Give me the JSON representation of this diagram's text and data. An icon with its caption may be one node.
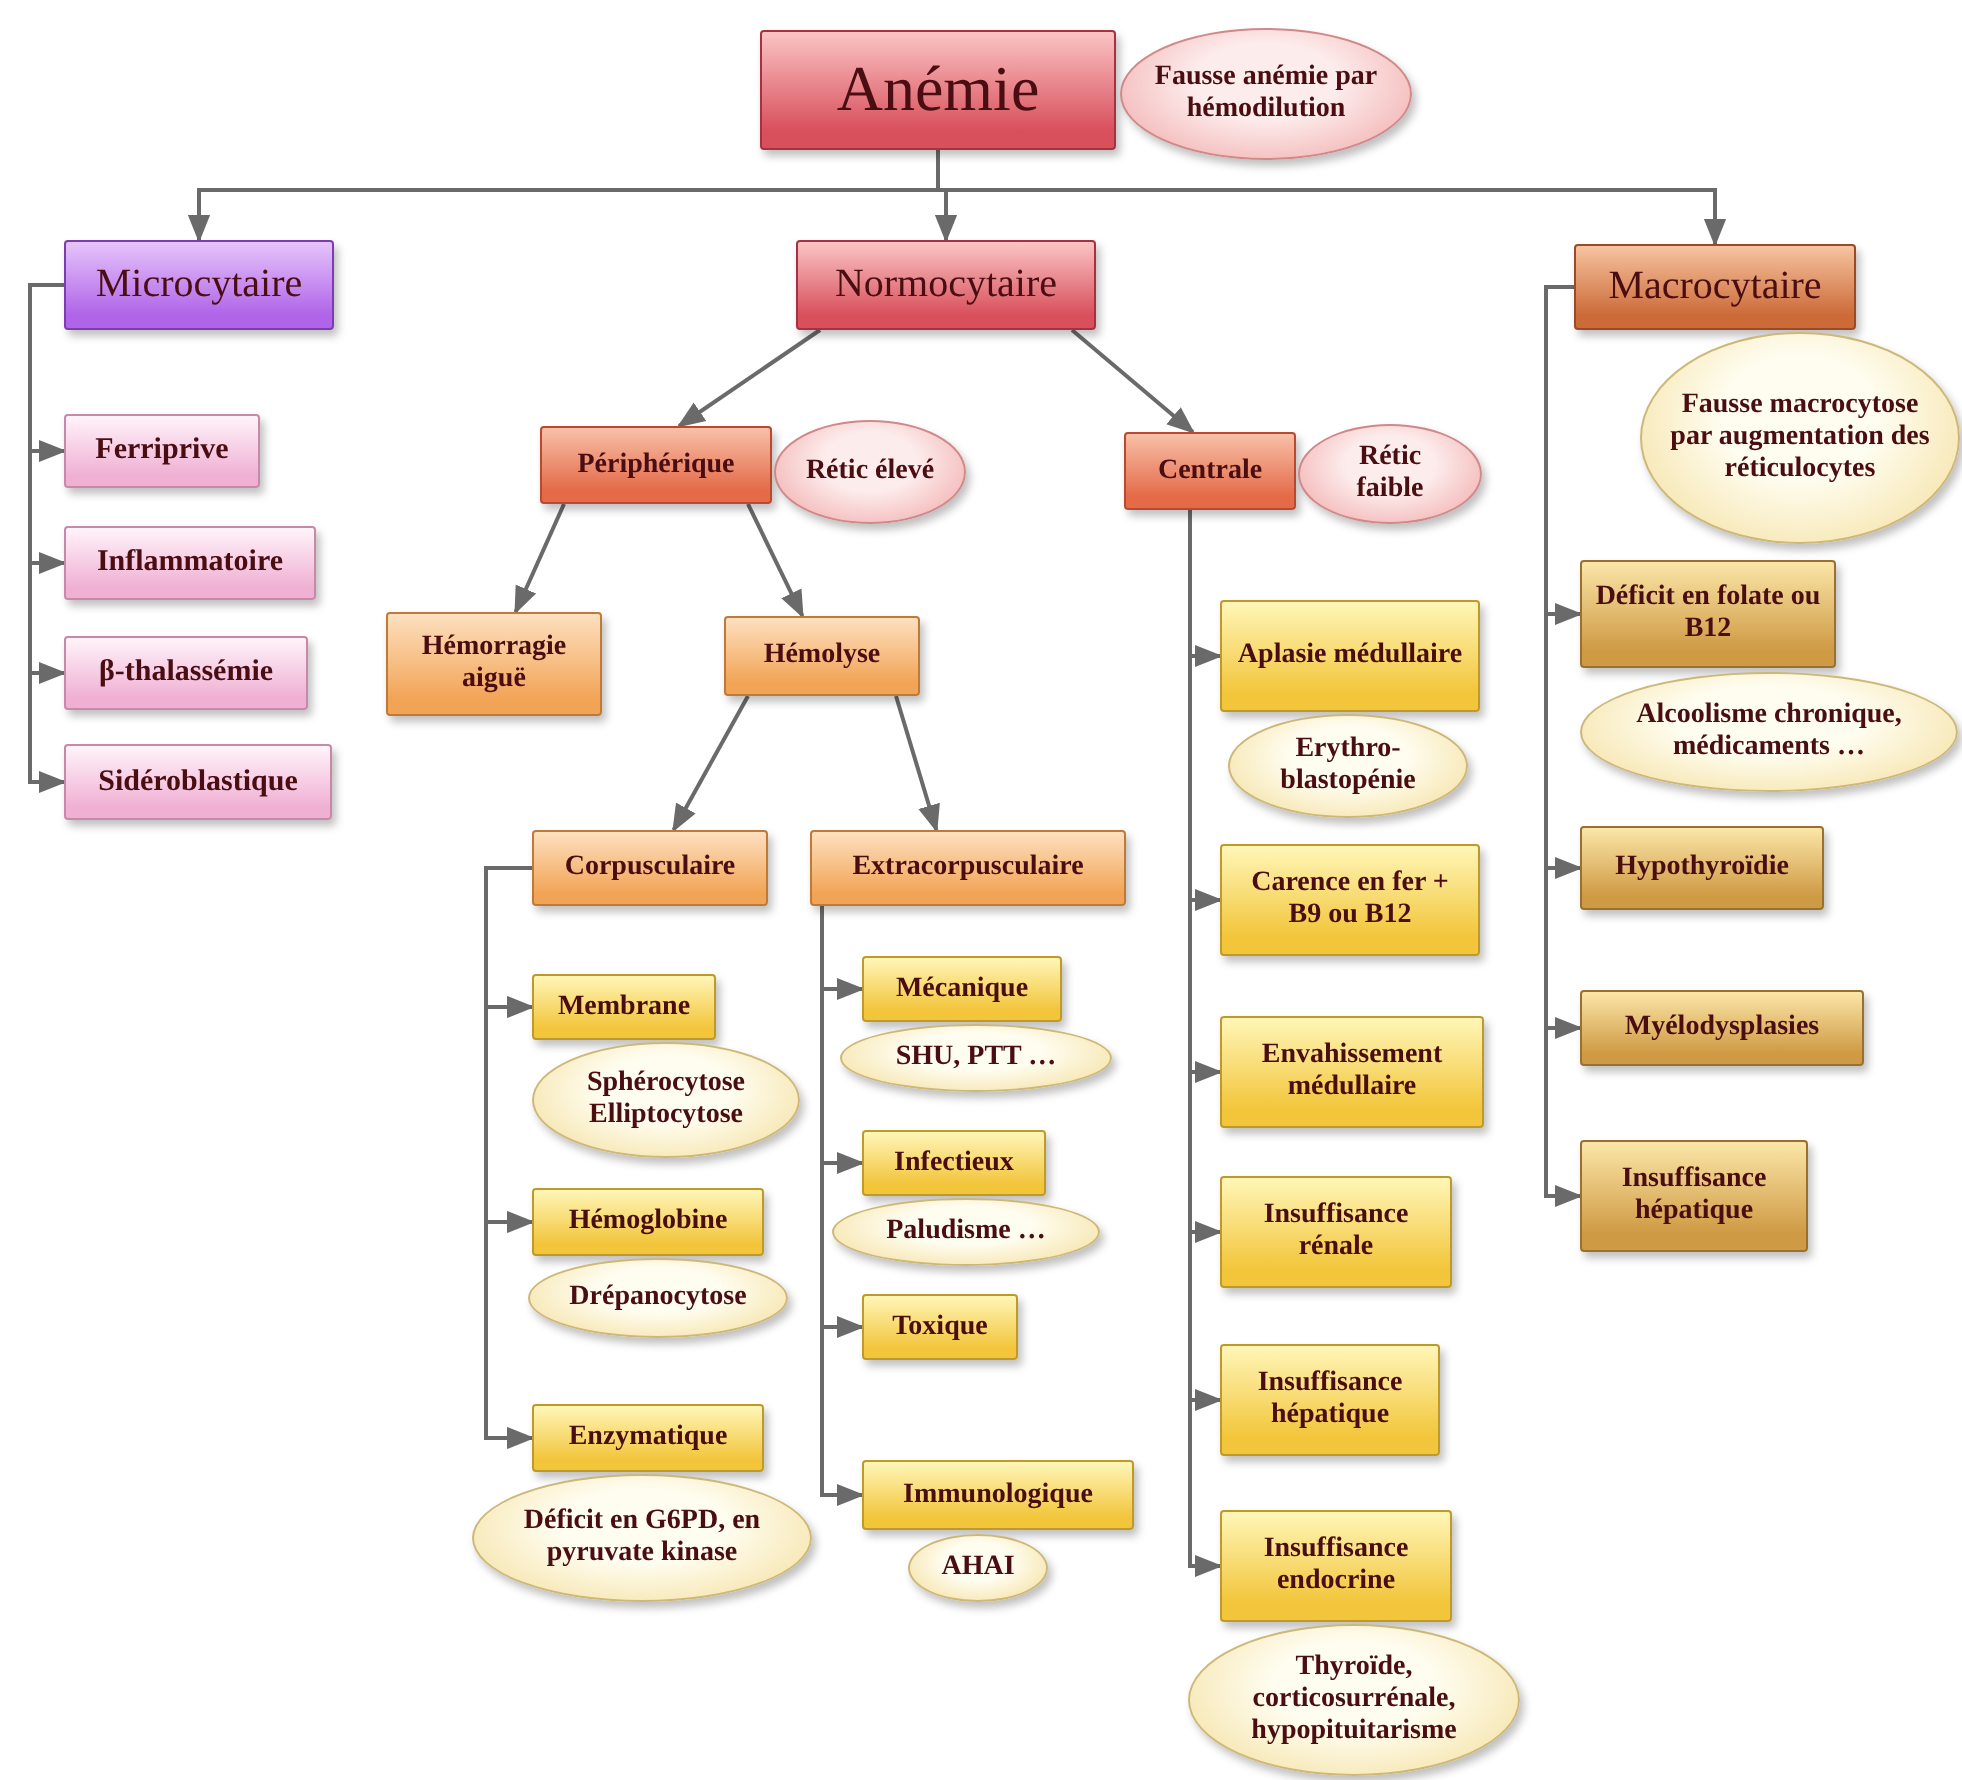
{
  "diagram": {
    "nodes": [
      {
        "text": [
          "Anémie"
        ]
      },
      {
        "text": [
          "Fausse anémie par hémodilution"
        ]
      },
      {
        "text": [
          "Microcytaire"
        ]
      },
      {
        "text": [
          "Normocytaire"
        ]
      },
      {
        "text": [
          "Macrocytaire"
        ]
      },
      {
        "text": [
          "Fausse macrocytose par augmentation des réticulocytes"
        ]
      },
      {
        "text": [
          "Ferriprive"
        ]
      },
      {
        "text": [
          "Inflammatoire"
        ]
      },
      {
        "text": [
          "β-thalassémie"
        ]
      },
      {
        "text": [
          "Sidéroblastique"
        ]
      },
      {
        "text": [
          "Périphérique"
        ]
      },
      {
        "text": [
          "Rétic élevé"
        ]
      },
      {
        "text": [
          "Centrale"
        ]
      },
      {
        "text": [
          "Rétic faible"
        ]
      },
      {
        "text": [
          "Hémorragie aiguë"
        ]
      },
      {
        "text": [
          "Hémolyse"
        ]
      },
      {
        "text": [
          "Corpusculaire"
        ]
      },
      {
        "text": [
          "Extracorpusculaire"
        ]
      },
      {
        "text": [
          "Membrane"
        ]
      },
      {
        "text": [
          "Sphérocytose Elliptocytose"
        ]
      },
      {
        "text": [
          "Hémoglobine"
        ]
      },
      {
        "text": [
          "Drépanocytose"
        ]
      },
      {
        "text": [
          "Enzymatique"
        ]
      },
      {
        "text": [
          "Déficit en G6PD, en pyruvate kinase"
        ]
      },
      {
        "text": [
          "Mécanique"
        ]
      },
      {
        "text": [
          "SHU, PTT …"
        ]
      },
      {
        "text": [
          "Infectieux"
        ]
      },
      {
        "text": [
          "Paludisme …"
        ]
      },
      {
        "text": [
          "Toxique"
        ]
      },
      {
        "text": [
          "Immunologique"
        ]
      },
      {
        "text": [
          "AHAI"
        ]
      },
      {
        "text": [
          "Aplasie médullaire"
        ]
      },
      {
        "text": [
          "Erythro- blastopénie"
        ]
      },
      {
        "text": [
          "Carence en fer + B9 ou B12"
        ]
      },
      {
        "text": [
          "Envahissement médullaire"
        ]
      },
      {
        "text": [
          "Insuffisance rénale"
        ]
      },
      {
        "text": [
          "Insuffisance hépatique"
        ]
      },
      {
        "text": [
          "Insuffisance endocrine"
        ]
      },
      {
        "text": [
          "Thyroïde, corticosurrénale, hypopituitarisme"
        ]
      },
      {
        "text": [
          "Déficit en folate ou B12"
        ]
      },
      {
        "text": [
          "Alcoolisme chronique, médicaments …"
        ]
      },
      {
        "text": [
          "Hypothyroïdie"
        ]
      },
      {
        "text": [
          "Myélodysplasies"
        ]
      },
      {
        "text": [
          "Insuffisance hépatique"
        ]
      }
    ],
    "edges": [
      {
        "from": 0,
        "to": 2,
        "arrow": "to"
      },
      {
        "from": 0,
        "to": 3,
        "arrow": "to"
      },
      {
        "from": 0,
        "to": 4,
        "arrow": "to"
      },
      {
        "from": 2,
        "to": 6,
        "arrow": "to"
      },
      {
        "from": 2,
        "to": 7,
        "arrow": "to"
      },
      {
        "from": 2,
        "to": 8,
        "arrow": "to"
      },
      {
        "from": 2,
        "to": 9,
        "arrow": "to"
      },
      {
        "from": 3,
        "to": 10,
        "arrow": "to"
      },
      {
        "from": 3,
        "to": 12,
        "arrow": "to"
      },
      {
        "from": 10,
        "to": 14,
        "arrow": "to"
      },
      {
        "from": 10,
        "to": 15,
        "arrow": "to"
      },
      {
        "from": 15,
        "to": 16,
        "arrow": "to"
      },
      {
        "from": 15,
        "to": 17,
        "arrow": "to"
      },
      {
        "from": 16,
        "to": 18,
        "arrow": "to"
      },
      {
        "from": 16,
        "to": 20,
        "arrow": "to"
      },
      {
        "from": 16,
        "to": 22,
        "arrow": "to"
      },
      {
        "from": 17,
        "to": 24,
        "arrow": "to"
      },
      {
        "from": 17,
        "to": 26,
        "arrow": "to"
      },
      {
        "from": 17,
        "to": 28,
        "arrow": "to"
      },
      {
        "from": 17,
        "to": 29,
        "arrow": "to"
      },
      {
        "from": 12,
        "to": 31,
        "arrow": "to"
      },
      {
        "from": 12,
        "to": 33,
        "arrow": "to"
      },
      {
        "from": 12,
        "to": 34,
        "arrow": "to"
      },
      {
        "from": 12,
        "to": 35,
        "arrow": "to"
      },
      {
        "from": 12,
        "to": 36,
        "arrow": "to"
      },
      {
        "from": 12,
        "to": 37,
        "arrow": "to"
      },
      {
        "from": 4,
        "to": 39,
        "arrow": "to"
      },
      {
        "from": 4,
        "to": 41,
        "arrow": "to"
      },
      {
        "from": 4,
        "to": 42,
        "arrow": "to"
      },
      {
        "from": 4,
        "to": 43,
        "arrow": "to"
      }
    ]
  }
}
